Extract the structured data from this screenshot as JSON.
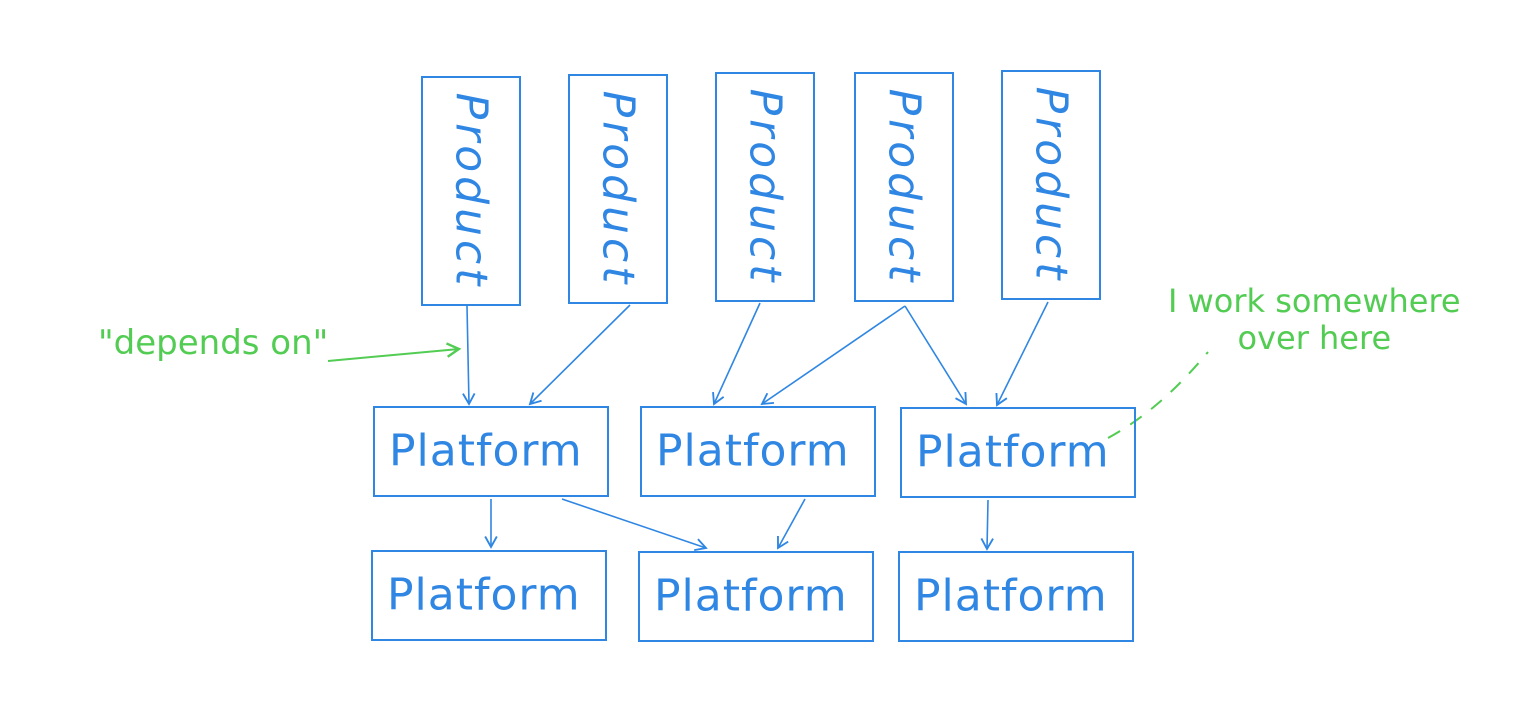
{
  "products": [
    {
      "label": "Product"
    },
    {
      "label": "Product"
    },
    {
      "label": "Product"
    },
    {
      "label": "Product"
    },
    {
      "label": "Product"
    }
  ],
  "platforms_row1": [
    {
      "label": "Platform"
    },
    {
      "label": "Platform"
    },
    {
      "label": "Platform"
    }
  ],
  "platforms_row2": [
    {
      "label": "Platform"
    },
    {
      "label": "Platform"
    },
    {
      "label": "Platform"
    }
  ],
  "annotations": {
    "depends_on": "\"depends on\"",
    "work_line1": "I work somewhere",
    "work_line2": "over here"
  },
  "colors": {
    "box": "#2f86e3",
    "note": "#52cc52"
  }
}
